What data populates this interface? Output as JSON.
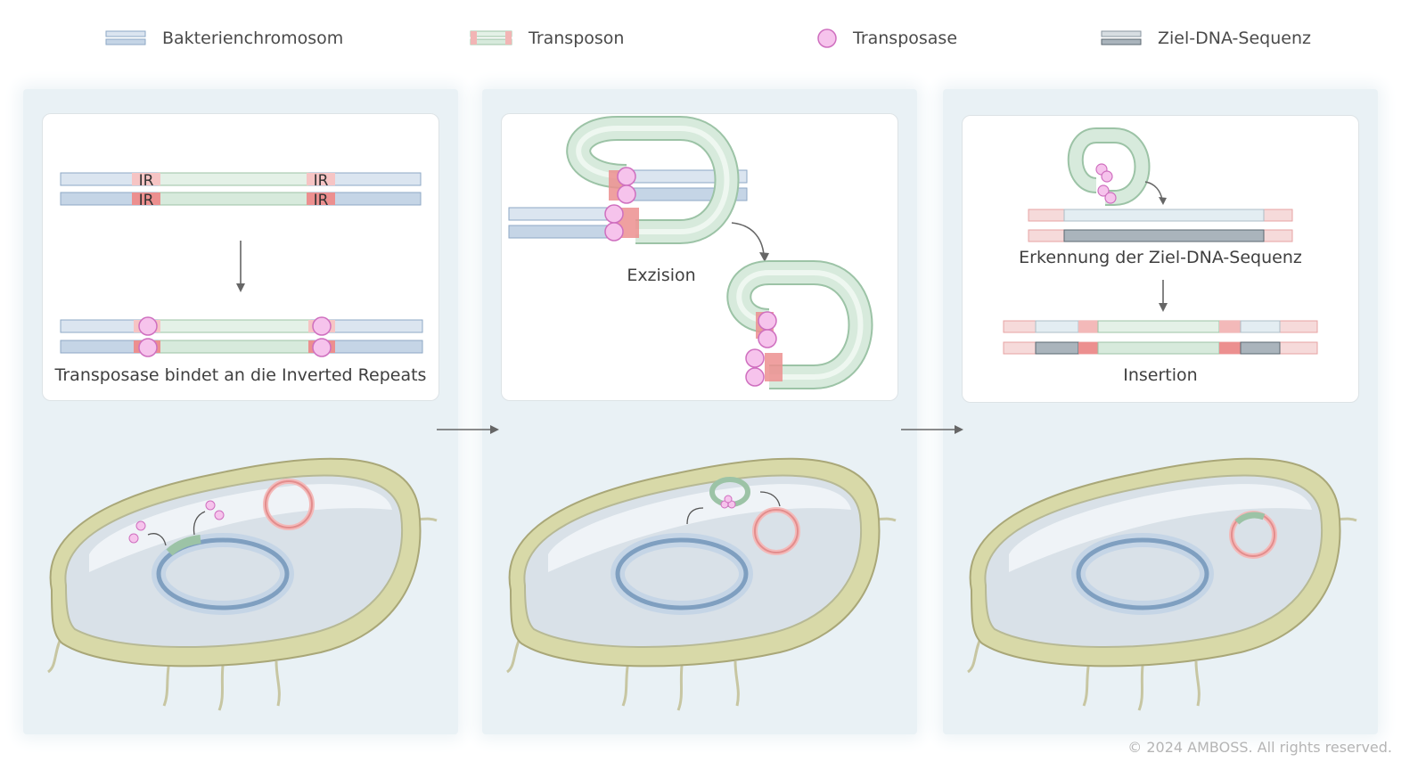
{
  "legend": {
    "chromosome": "Bakterienchromosom",
    "transposon": "Transposon",
    "transposase": "Transposase",
    "target": "Ziel-DNA-Sequenz"
  },
  "steps": [
    {
      "label": "Transposase bindet an die Inverted Repeats",
      "ir": "IR"
    },
    {
      "label": "Exzision"
    },
    {
      "label_top": "Erkennung der Ziel-DNA-Sequenz",
      "label": "Insertion"
    }
  ],
  "colors": {
    "chromosome": "#c5d5e6",
    "chromosome_edge": "#8ea8c6",
    "transposon": "#d7eadc",
    "transposon_edge": "#9cc3a6",
    "ir": "#ec8f8f",
    "transposase": "#f6c3ec",
    "transposase_edge": "#cf6fbf",
    "target": "#aab4bc",
    "target_edge": "#5b6770",
    "background": "#e9f1f5",
    "membrane": "#e7e6bd"
  },
  "copyright": "© 2024 AMBOSS. All rights reserved."
}
